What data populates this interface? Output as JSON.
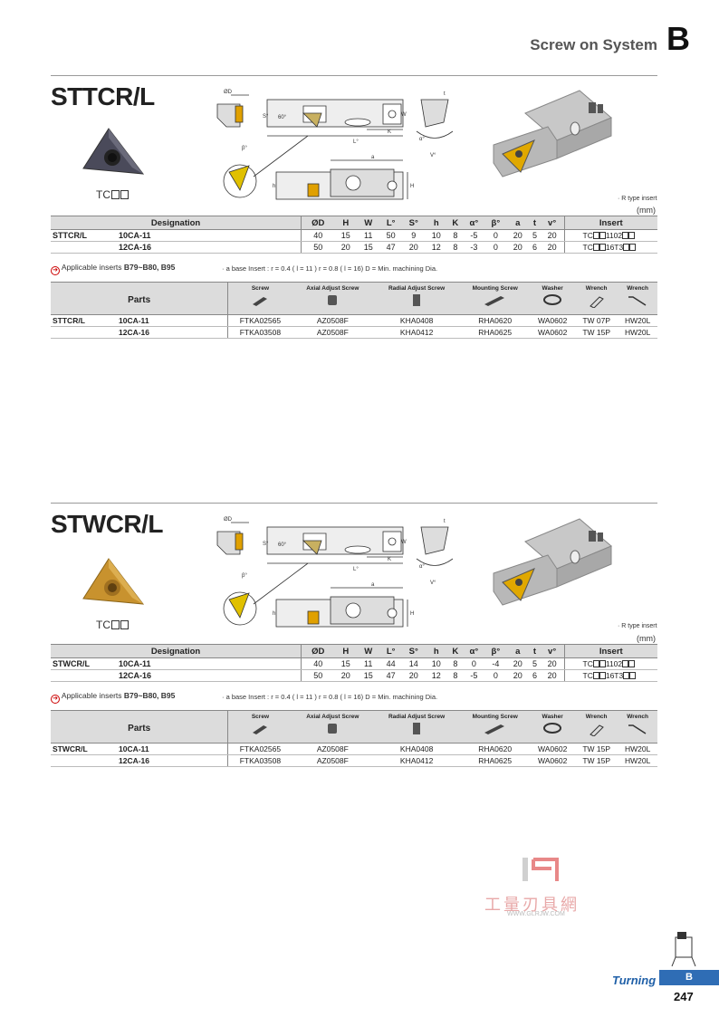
{
  "header": {
    "title": "Screw on System",
    "letter": "B"
  },
  "sections": [
    {
      "title": "STTCR/L",
      "insert_code": "TC",
      "insert_color": "#5a5a6a",
      "diagram_labels": {
        "d": "ØD",
        "s": "S°",
        "angle": "60°",
        "l": "L°",
        "k": "K",
        "w": "W",
        "h": "h",
        "H": "H",
        "a": "a",
        "beta": "β°",
        "alpha": "α°",
        "v": "V°",
        "t": "t"
      },
      "rtype_note": "· R type insert",
      "unit": "(mm)",
      "columns": [
        "Designation",
        "ØD",
        "H",
        "W",
        "L°",
        "S°",
        "h",
        "K",
        "α°",
        "β°",
        "a",
        "t",
        "v°",
        "Insert"
      ],
      "rows": [
        {
          "name": "STTCR/L",
          "code": "10CA-11",
          "vals": [
            "40",
            "15",
            "11",
            "50",
            "9",
            "10",
            "8",
            "-5",
            "0",
            "20",
            "5",
            "20"
          ],
          "insert_pre": "TC",
          "insert_mid": "1102"
        },
        {
          "name": "",
          "code": "12CA-16",
          "vals": [
            "50",
            "20",
            "15",
            "47",
            "20",
            "12",
            "8",
            "-3",
            "0",
            "20",
            "6",
            "20"
          ],
          "insert_pre": "TC",
          "insert_mid": "16T3"
        }
      ],
      "applicable_label": "Applicable inserts",
      "applicable_refs": "B79~B80, B95",
      "base_note": "· a base Insert : r = 0.4 ( l = 11 ) r = 0.8 ( l = 16)   D = Min. machining Dia.",
      "parts_label": "Parts",
      "parts_cols": [
        "Screw",
        "Axial Adjust Screw",
        "Radial Adjust Screw",
        "Mounting Screw",
        "Washer",
        "Wrench",
        "Wrench"
      ],
      "parts_rows": [
        {
          "name": "STTCR/L",
          "code": "10CA-11",
          "vals": [
            "FTKA02565",
            "AZ0508F",
            "KHA0408",
            "RHA0620",
            "WA0602",
            "TW 07P",
            "HW20L"
          ]
        },
        {
          "name": "",
          "code": "12CA-16",
          "vals": [
            "FTKA03508",
            "AZ0508F",
            "KHA0412",
            "RHA0625",
            "WA0602",
            "TW 15P",
            "HW20L"
          ]
        }
      ]
    },
    {
      "title": "STWCR/L",
      "insert_code": "TC",
      "insert_color": "#c89a3a",
      "diagram_labels": {
        "d": "ØD",
        "s": "S°",
        "angle": "60°",
        "l": "L°",
        "k": "K",
        "w": "W",
        "h": "h",
        "H": "H",
        "a": "a",
        "beta": "β°",
        "alpha": "α°",
        "v": "V°",
        "t": "t"
      },
      "rtype_note": "· R type insert",
      "unit": "(mm)",
      "columns": [
        "Designation",
        "ØD",
        "H",
        "W",
        "L°",
        "S°",
        "h",
        "K",
        "α°",
        "β°",
        "a",
        "t",
        "v°",
        "Insert"
      ],
      "rows": [
        {
          "name": "STWCR/L",
          "code": "10CA-11",
          "vals": [
            "40",
            "15",
            "11",
            "44",
            "14",
            "10",
            "8",
            "0",
            "-4",
            "20",
            "5",
            "20"
          ],
          "insert_pre": "TC",
          "insert_mid": "1102"
        },
        {
          "name": "",
          "code": "12CA-16",
          "vals": [
            "50",
            "20",
            "15",
            "47",
            "20",
            "12",
            "8",
            "-5",
            "0",
            "20",
            "6",
            "20"
          ],
          "insert_pre": "TC",
          "insert_mid": "16T3"
        }
      ],
      "applicable_label": "Applicable inserts",
      "applicable_refs": "B79~B80, B95",
      "base_note": "· a base Insert : r = 0.4 ( l = 11 ) r = 0.8 ( l = 16)   D = Min. machining Dia.",
      "parts_label": "Parts",
      "parts_cols": [
        "Screw",
        "Axial Adjust Screw",
        "Radial Adjust Screw",
        "Mounting Screw",
        "Washer",
        "Wrench",
        "Wrench"
      ],
      "parts_rows": [
        {
          "name": "STWCR/L",
          "code": "10CA-11",
          "vals": [
            "FTKA02565",
            "AZ0508F",
            "KHA0408",
            "RHA0620",
            "WA0602",
            "TW 15P",
            "HW20L"
          ]
        },
        {
          "name": "",
          "code": "12CA-16",
          "vals": [
            "FTKA03508",
            "AZ0508F",
            "KHA0412",
            "RHA0625",
            "WA0602",
            "TW 15P",
            "HW20L"
          ]
        }
      ]
    }
  ],
  "watermark": {
    "text": "工量刃具網",
    "url": "WWW.GLRJW.COM"
  },
  "footer": {
    "section": "Turning",
    "letter": "B",
    "page": "247"
  }
}
